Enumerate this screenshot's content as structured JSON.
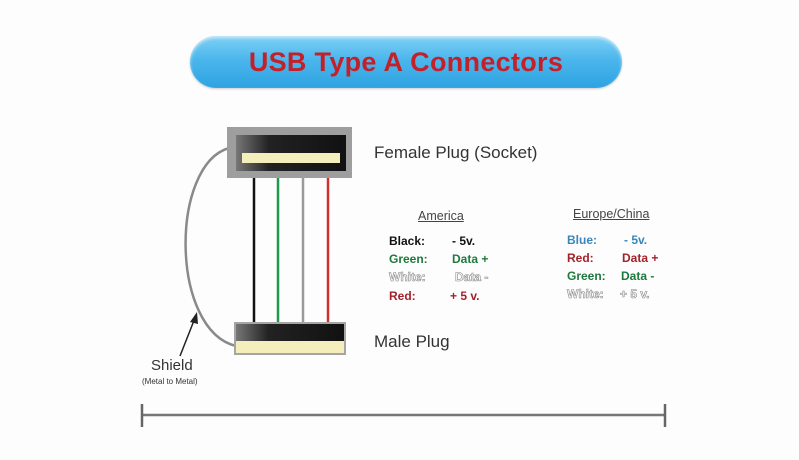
{
  "title": "USB Type A Connectors",
  "labels": {
    "female": "Female Plug (Socket)",
    "male": "Male Plug",
    "shield": "Shield",
    "shield_note": "(Metal to Metal)"
  },
  "america": {
    "heading": "America",
    "rows": [
      {
        "color_name": "Black:",
        "value": "- 5v.",
        "color": "#111111"
      },
      {
        "color_name": "Green:",
        "value": "Data +",
        "color": "#1e7a3c"
      },
      {
        "color_name": "White:",
        "value": "Data -",
        "color": "#ffffff"
      },
      {
        "color_name": "Red:",
        "value": "+ 5 v.",
        "color": "#a3222a"
      }
    ]
  },
  "europe": {
    "heading": "Europe/China",
    "rows": [
      {
        "color_name": "Blue:",
        "value": "- 5v.",
        "color": "#3a86b8"
      },
      {
        "color_name": "Red:",
        "value": "Data +",
        "color": "#a3222a"
      },
      {
        "color_name": "Green:",
        "value": "Data -",
        "color": "#1e7a3c"
      },
      {
        "color_name": "White:",
        "value": "+ 5 v.",
        "color": "#ffffff"
      }
    ]
  },
  "wire_colors": [
    "#111111",
    "#1e9a4c",
    "#9a9a9a",
    "#d0312d"
  ]
}
